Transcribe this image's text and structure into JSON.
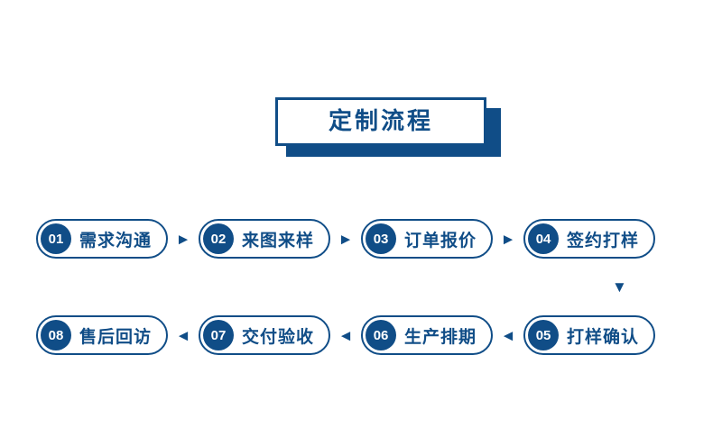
{
  "title": {
    "text": "定制流程"
  },
  "colors": {
    "primary": "#104d87",
    "background": "#ffffff",
    "badge_text": "#ffffff"
  },
  "flow": {
    "row1": {
      "steps": [
        {
          "num": "01",
          "label": "需求沟通"
        },
        {
          "num": "02",
          "label": "来图来样"
        },
        {
          "num": "03",
          "label": "订单报价"
        },
        {
          "num": "04",
          "label": "签约打样"
        }
      ],
      "arrow": "►"
    },
    "row2": {
      "steps": [
        {
          "num": "08",
          "label": "售后回访"
        },
        {
          "num": "07",
          "label": "交付验收"
        },
        {
          "num": "06",
          "label": "生产排期"
        },
        {
          "num": "05",
          "label": "打样确认"
        }
      ],
      "arrow": "◄"
    },
    "connector_arrow": "▼"
  }
}
